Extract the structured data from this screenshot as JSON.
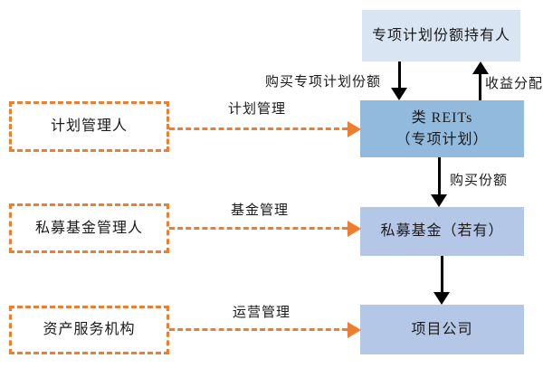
{
  "colors": {
    "orange": "#ED7D31",
    "box-top": "#D9E5F2",
    "box-reits": "#92BADC",
    "box-light": "#B4C7E7",
    "ink": "#1a1a1a"
  },
  "diagram": {
    "nodes": {
      "holders": {
        "label": "专项计划份额持有人"
      },
      "reits": {
        "label": "类 REITs\n（专项计划）"
      },
      "private_fund": {
        "label": "私募基金（若有）"
      },
      "project_company": {
        "label": "项目公司"
      },
      "plan_manager": {
        "label": "计划管理人"
      },
      "fund_manager": {
        "label": "私募基金管理人"
      },
      "asset_servicer": {
        "label": "资产服务机构"
      }
    },
    "edges": {
      "buy_plan_shares": {
        "label": "购买专项计划份额"
      },
      "income_distribution": {
        "label": "收益分配"
      },
      "buy_shares": {
        "label": "购买份额"
      },
      "plan_management": {
        "label": "计划管理"
      },
      "fund_management": {
        "label": "基金管理"
      },
      "operation_management": {
        "label": "运营管理"
      }
    }
  }
}
